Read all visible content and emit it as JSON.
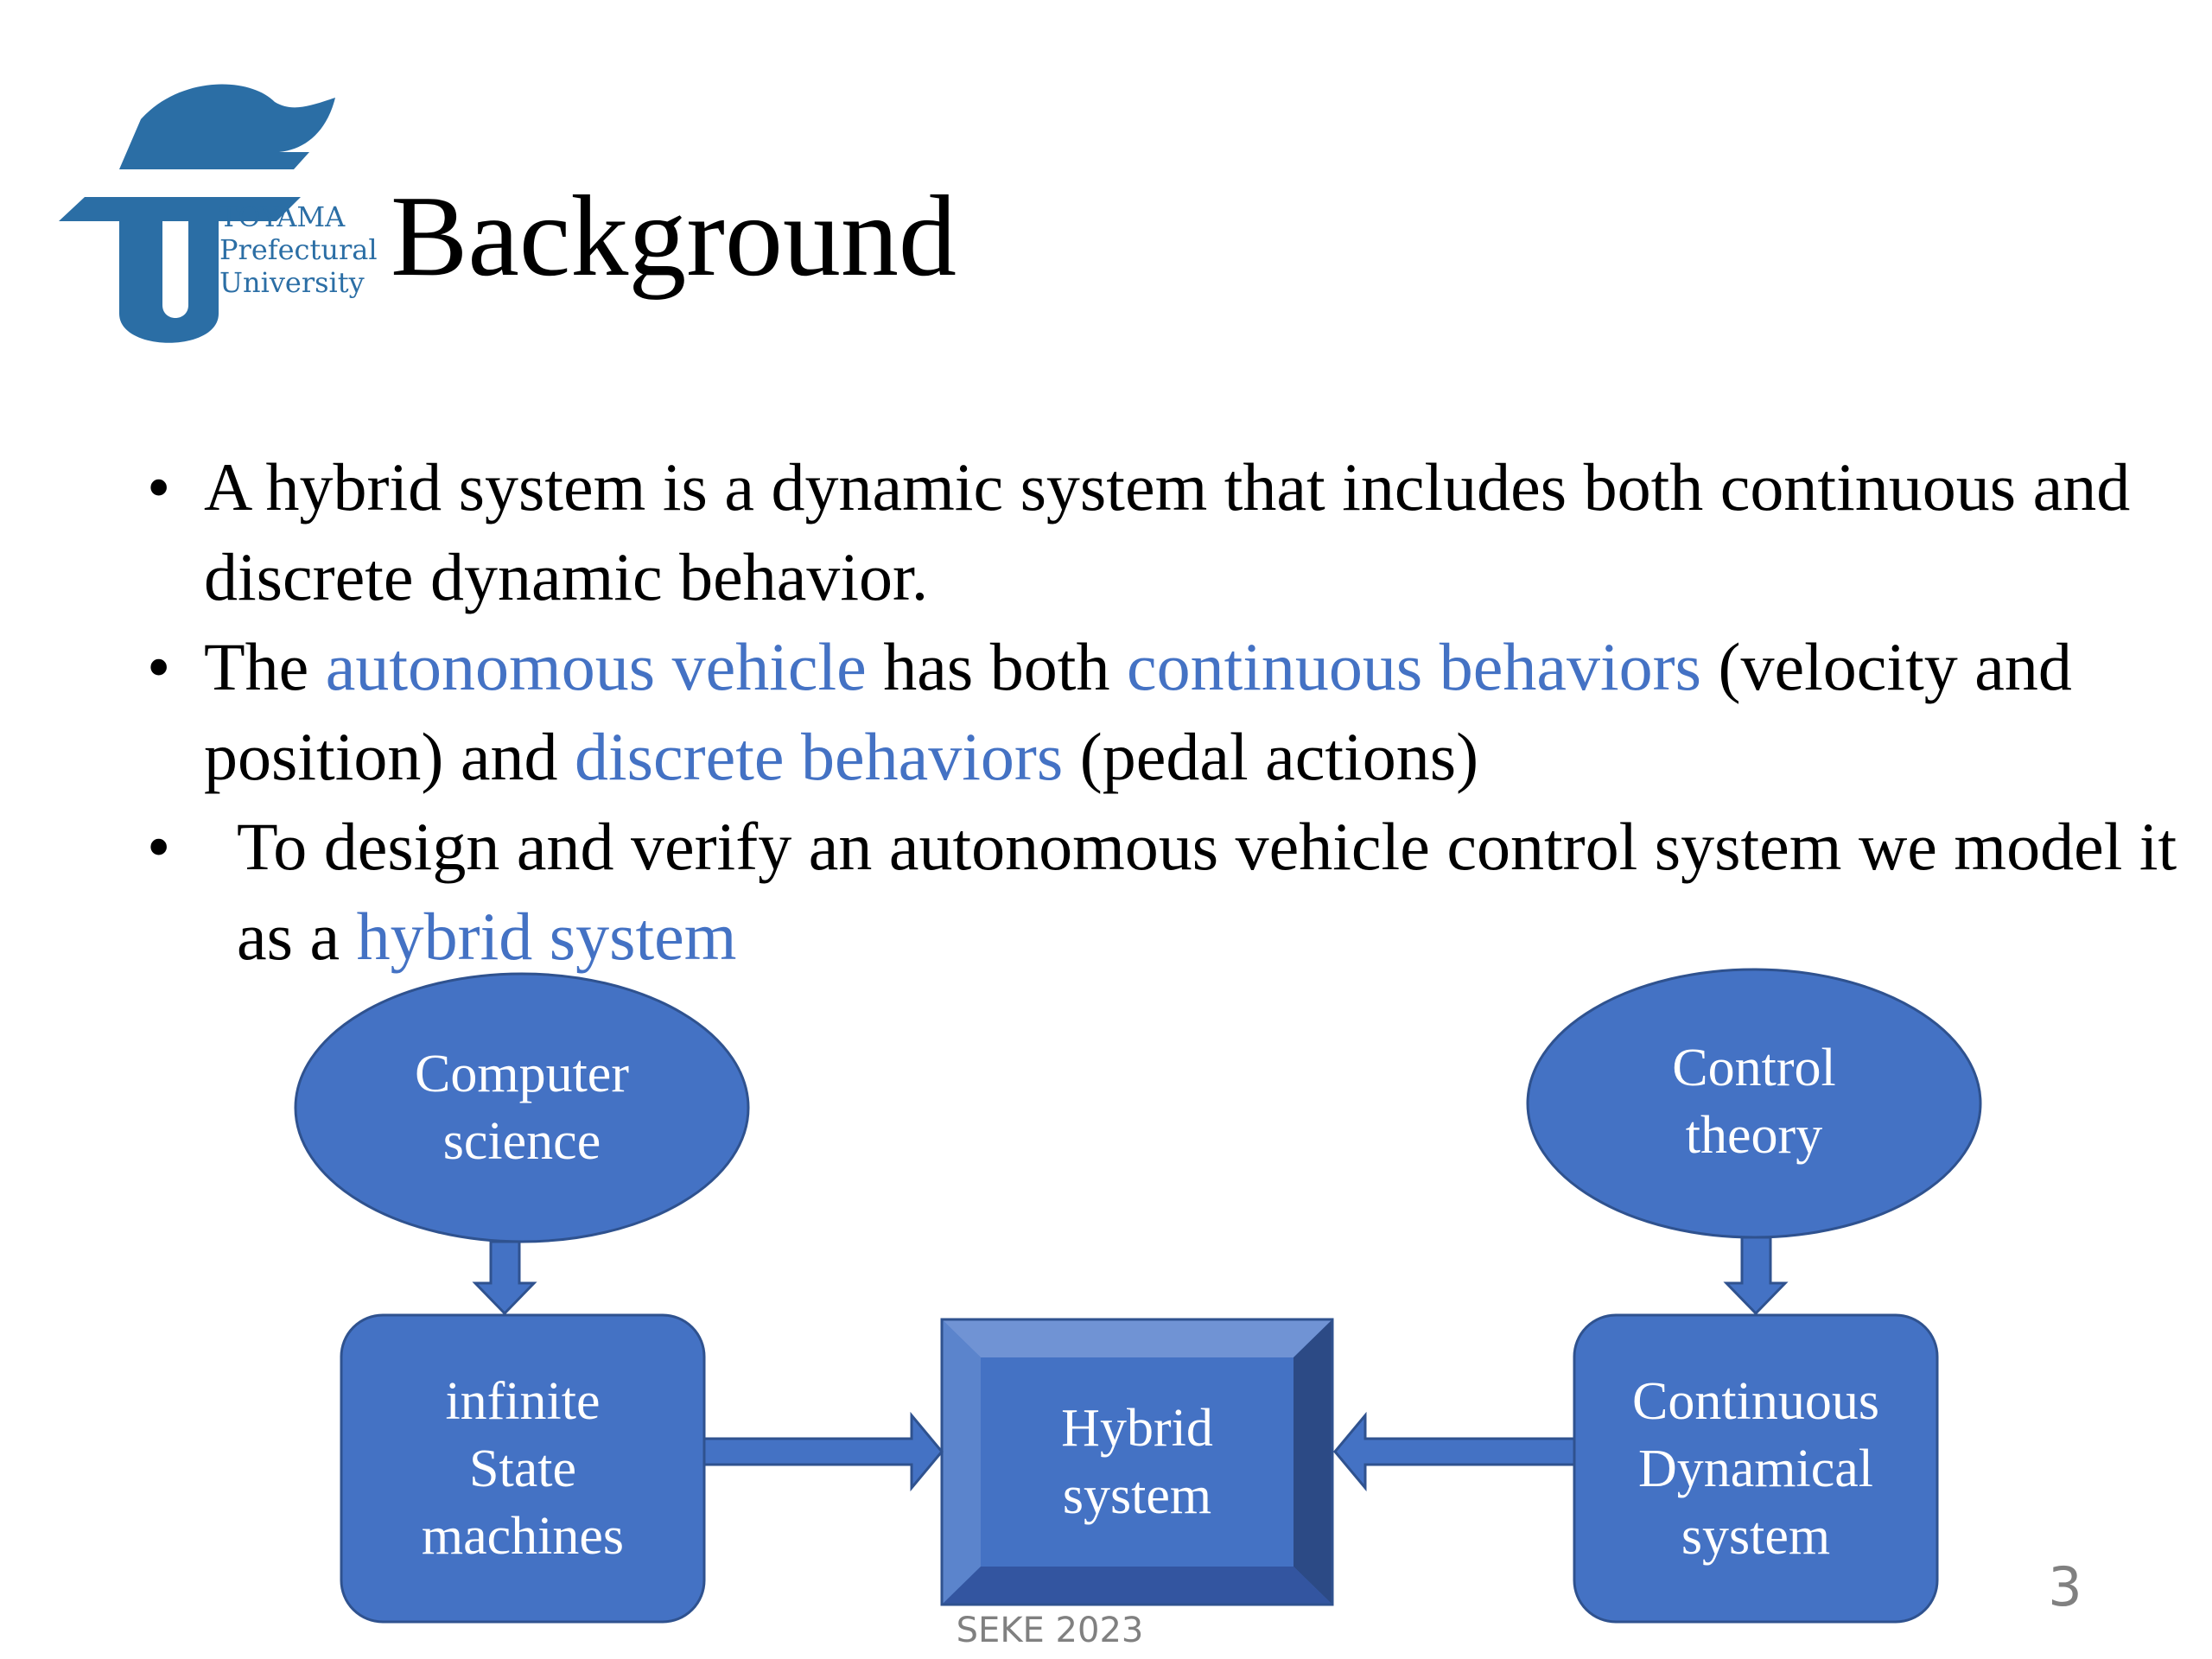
{
  "logo": {
    "icon": "toyama-prefectural-university-logo",
    "lines": [
      "TOYAMA",
      "Prefectural",
      "University"
    ]
  },
  "slide": {
    "title": "Background",
    "bullet_symbol": "•",
    "bullets": [
      {
        "parts": [
          {
            "text": "A hybrid system is a dynamic system that includes both continuous and discrete dynamic behavior.",
            "accent": false
          }
        ]
      },
      {
        "parts": [
          {
            "text": "The ",
            "accent": false
          },
          {
            "text": "autonomous vehicle",
            "accent": true
          },
          {
            "text": " has both ",
            "accent": false
          },
          {
            "text": "continuous behaviors",
            "accent": true
          },
          {
            "text": " (velocity and position) and ",
            "accent": false
          },
          {
            "text": "discrete behaviors",
            "accent": true
          },
          {
            "text": " (pedal actions)",
            "accent": false
          }
        ]
      },
      {
        "parts": [
          {
            "text": "To design and verify an autonomous vehicle control system we model it as a ",
            "accent": false
          },
          {
            "text": "hybrid system",
            "accent": true
          }
        ]
      }
    ]
  },
  "diagram": {
    "computer_science": [
      "Computer",
      "science"
    ],
    "control_theory": [
      "Control",
      "theory"
    ],
    "state_machines": [
      "infinite",
      "State",
      "machines"
    ],
    "hybrid_system": [
      "Hybrid",
      "system"
    ],
    "continuous_system": [
      "Continuous",
      "Dynamical",
      "system"
    ]
  },
  "footer": {
    "text": "SEKE 2023",
    "page": "3"
  },
  "colors": {
    "node_fill": "#4472c4",
    "node_stroke": "#2f528f",
    "accent_text": "#4472c4",
    "logo": "#2b6ea5",
    "footer_text": "#808080"
  }
}
